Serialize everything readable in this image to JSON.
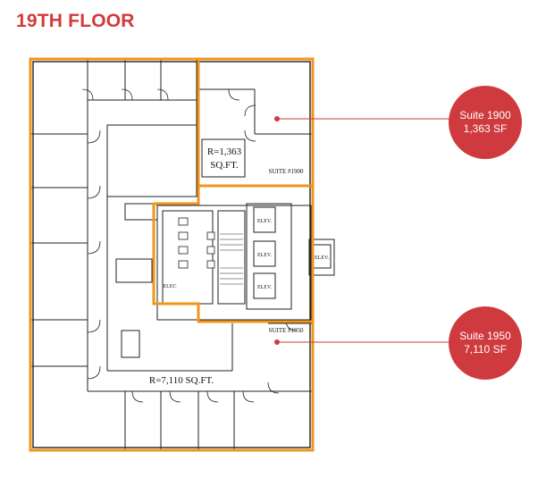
{
  "page": {
    "title": "19TH FLOOR"
  },
  "plan": {
    "suite_1900_area": "R=1,363\nSQ.FT.",
    "suite_1900_label": "SUITE #1900",
    "suite_1950_label": "SUITE #1950",
    "suite_1950_area": "R=7,110 SQ.FT.",
    "elevator_label": "ELEV.",
    "elec_label": "ELEC"
  },
  "badges": [
    {
      "name": "Suite 1900",
      "area": "1,363 SF"
    },
    {
      "name": "Suite 1950",
      "area": "7,110 SF"
    }
  ],
  "colors": {
    "accent": "#cf3a3e",
    "outline": "#f0951a",
    "wall": "#222222"
  }
}
